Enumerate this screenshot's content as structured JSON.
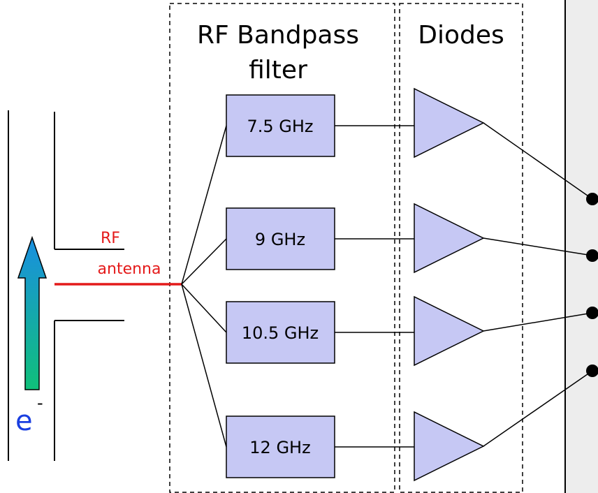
{
  "headers": {
    "filter_line1": "RF Bandpass",
    "filter_line2": "filter",
    "diodes": "Diodes"
  },
  "antenna": {
    "line1": "RF",
    "line2": "antenna"
  },
  "electron": {
    "symbol": "e",
    "superscript": "-"
  },
  "filters": [
    {
      "label": "7.5 GHz"
    },
    {
      "label": "9 GHz"
    },
    {
      "label": "10.5 GHz"
    },
    {
      "label": "12 GHz"
    }
  ],
  "colors": {
    "filter_fill": "#c6c8f4",
    "diode_fill": "#c6c8f4",
    "antenna_line": "#e41a1a",
    "arrow_top": "#1a8fe0",
    "arrow_bottom": "#10c07a",
    "electron_text": "#1a3fe0",
    "right_panel": "#ededed"
  }
}
